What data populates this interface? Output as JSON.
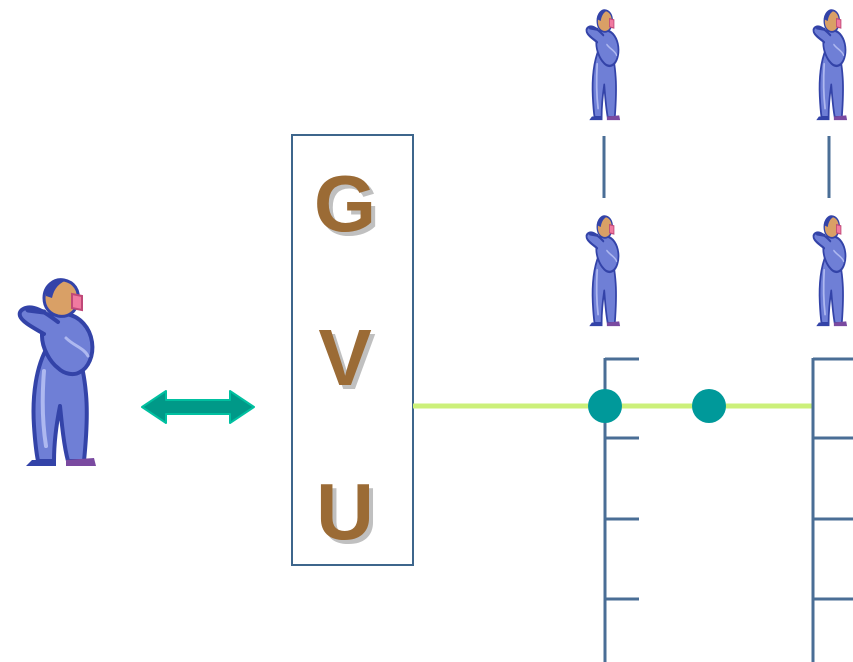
{
  "gvu_box": {
    "letters": [
      "G",
      "V",
      "U"
    ]
  },
  "colors": {
    "letter": "#9B6B35",
    "letter_shadow": "#C0C0C0",
    "box_border": "#3E668C",
    "line": "#4A6E96",
    "bus": "#CCF07A",
    "node": "#00999A",
    "arrow": "#009988",
    "arrow_edge": "#00C0A0",
    "figure_body": "#6F7FD6",
    "figure_outline": "#3343A8",
    "figure_skin": "#D9A066",
    "figure_pink": "#F07AA0",
    "figure_shoe": "#7A4AA0"
  },
  "icons": {
    "person": "person-with-telephone-icon",
    "arrow": "double-headed-arrow-icon",
    "node": "network-node-icon"
  }
}
